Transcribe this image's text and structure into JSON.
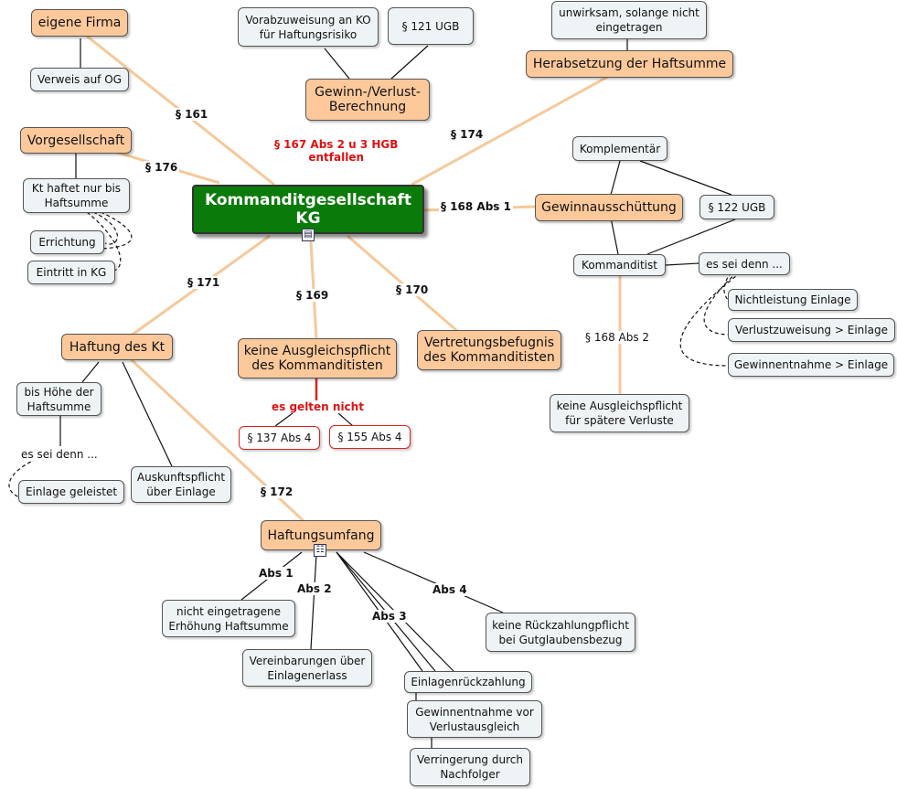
{
  "central": {
    "title": "Kommanditgesellschaft KG",
    "icon": "document-icon"
  },
  "topics": {
    "eigene_firma": "eigene Firma",
    "vorgesellschaft": "Vorgesellschaft",
    "gewinn_verlust": "Gewinn-/Verlust-\nBerechnung",
    "herabsetzung": "Herabsetzung der Haftsumme",
    "gewinnausschuettung": "Gewinnausschüttung",
    "haftung_kt": "Haftung des Kt",
    "keine_ausgleich": "keine Ausgleichspflicht\ndes Kommanditisten",
    "vertretung": "Vertretungsbefugnis\ndes Kommanditisten",
    "haftungsumfang": "Haftungsumfang"
  },
  "leaves": {
    "verweis_og": "Verweis auf OG",
    "kt_haftet": "Kt haftet nur bis\nHaftsumme",
    "errichtung": "Errichtung",
    "eintritt": "Eintritt in KG",
    "vorabzuweisung": "Vorabzuweisung an KO\nfür Haftungsrisiko",
    "ugb121": "§ 121 UGB",
    "unwirksam": "unwirksam, solange nicht\neingetragen",
    "komplementaer": "Komplementär",
    "ugb122": "§ 122 UGB",
    "kommanditist": "Kommanditist",
    "es_sei_denn_right": "es sei denn ...",
    "nichtleistung": "Nichtleistung Einlage",
    "verlustzuweisung": "Verlustzuweisung > Einlage",
    "gewinnentnahme_einlage": "Gewinnentnahme > Einlage",
    "keine_ausgleich_spaeter": "keine Ausgleichspflicht\nfür spätere Verluste",
    "bis_hoehe": "bis Höhe der\nHaftsumme",
    "einlage_geleistet": "Einlage geleistet",
    "auskunftspflicht": "Auskunftspflicht\nüber Einlage",
    "p137": "§ 137 Abs 4",
    "p155": "§ 155 Abs 4",
    "nicht_eingetragene": "nicht eingetragene\nErhöhung Haftsumme",
    "vereinbarungen": "Vereinbarungen über\nEinlagenerlass",
    "einlagenrueckzahlung": "Einlagenrückzahlung",
    "gewinnentnahme_vor": "Gewinnentnahme vor\nVerlustausgleich",
    "verringerung": "Verringerung durch\nNachfolger",
    "keine_rueckzahlung": "keine Rückzahlungpflicht\nbei Gutglaubensbezug"
  },
  "labels": {
    "p161": "§ 161",
    "p176": "§ 176",
    "p167": "§ 167 Abs 2 u 3 HGB\nentfallen",
    "p174": "§ 174",
    "p168_1": "§ 168 Abs 1",
    "p171": "§ 171",
    "p169": "§ 169",
    "p170": "§ 170",
    "p172": "§ 172",
    "es_gelten_nicht": "es gelten nicht",
    "p168_2": "§ 168 Abs 2",
    "es_sei_denn_left": "es sei denn ...",
    "abs1": "Abs 1",
    "abs2": "Abs 2",
    "abs3": "Abs 3",
    "abs4": "Abs 4"
  },
  "icons": {
    "haftungsumfang": "hierarchy-icon"
  },
  "colors": {
    "central_fill": "#0a7a0a",
    "topic_fill": "#fdc99b",
    "leaf_fill": "#eef3f5",
    "connector_orange": "#f5c99a",
    "red_text": "#d11111"
  }
}
